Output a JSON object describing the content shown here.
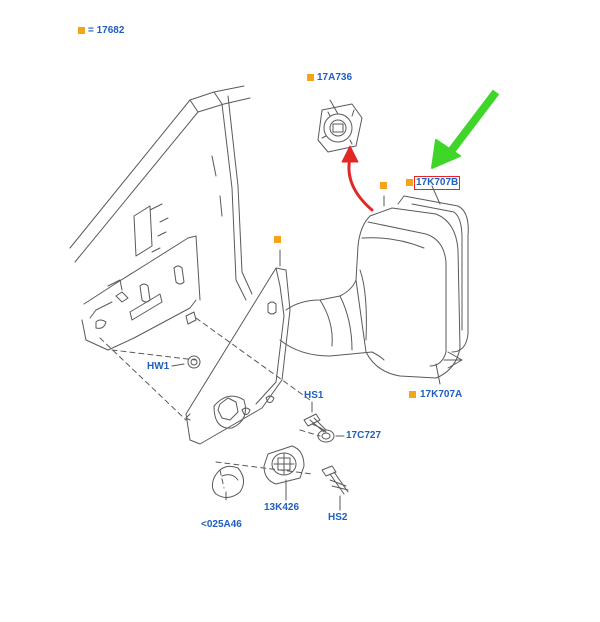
{
  "legend": {
    "code": "= 17682"
  },
  "colors": {
    "line": "#5a5a5a",
    "label": "#1f5fbf",
    "marker": "#f7a21b",
    "highlight": "#e32626",
    "arrow_red": "#e32626",
    "arrow_green": "#3fd629"
  },
  "icons": {
    "pointer_arrow": "green-arrow-icon",
    "move_arrow": "red-curved-arrow-icon"
  },
  "parts": {
    "motor": "17A736",
    "glass": "17K707B",
    "mirror": "17K707A",
    "hw1": "HW1",
    "hs1": "HS1",
    "clip": "17C727",
    "cover": "<025A46",
    "connector": "13K426",
    "hs2": "HS2"
  }
}
